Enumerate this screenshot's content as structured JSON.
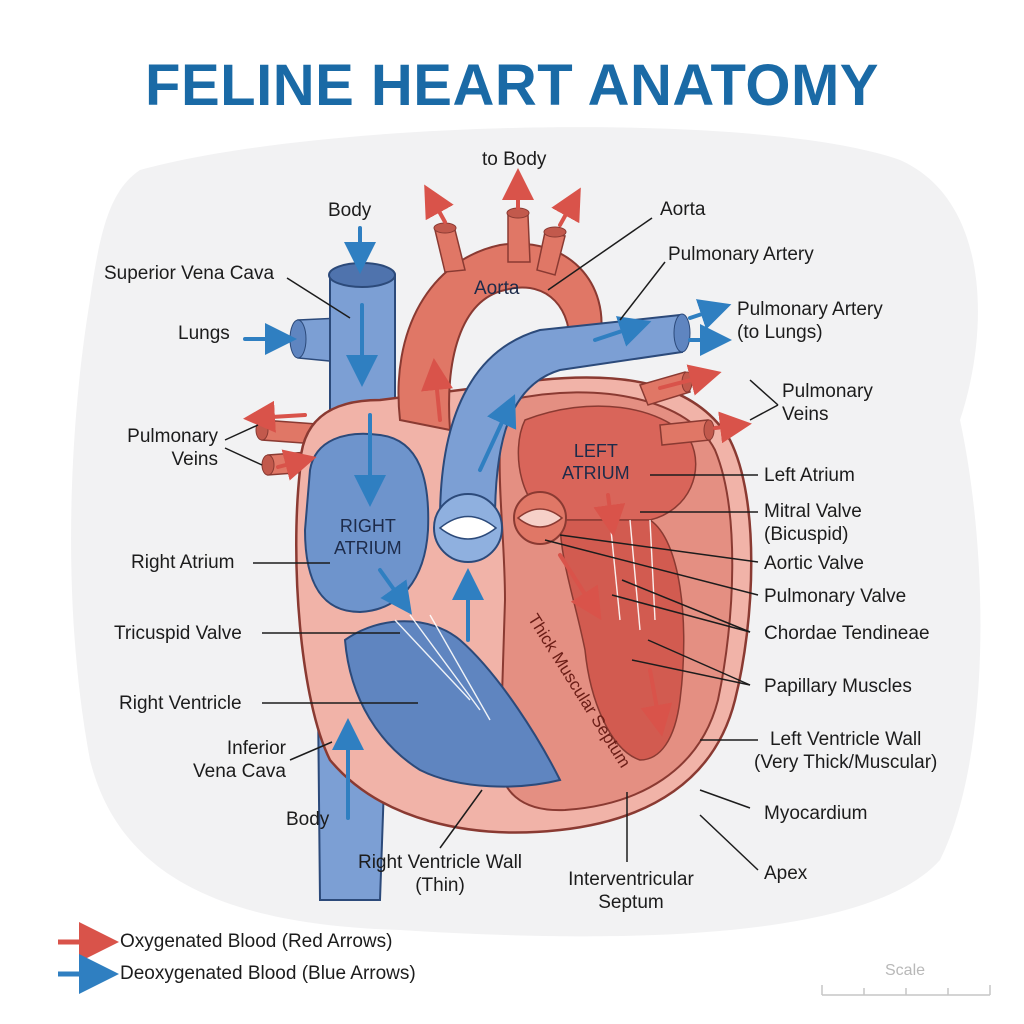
{
  "title": "FELINE HEART ANATOMY",
  "colors": {
    "title": "#1a6aa6",
    "oxygenated": "#d9534a",
    "deoxygenated": "#2f7fc1",
    "vessel_blue": "#7c9fd4",
    "vessel_red": "#e07766",
    "muscle_red": "#e9978c"
  },
  "interior_labels": {
    "aorta": "Aorta",
    "left_atrium": "LEFT\nATRIUM",
    "right_atrium": "RIGHT\nATRIUM",
    "septum": "Thick Muscular Septum"
  },
  "labels": {
    "to_body": "to Body",
    "body_top": "Body",
    "aorta": "Aorta",
    "pulmonary_artery": "Pulmonary Artery",
    "superior_vena_cava": "Superior Vena Cava",
    "lungs": "Lungs",
    "pulmonary_artery_to_lungs": "Pulmonary Artery\n(to Lungs)",
    "pulmonary_veins_right": "Pulmonary\nVeins",
    "pulmonary_veins_left": "Pulmonary\nVeins",
    "left_atrium": "Left Atrium",
    "mitral_valve": "Mitral Valve\n(Bicuspid)",
    "right_atrium": "Right Atrium",
    "aortic_valve": "Aortic Valve",
    "pulmonary_valve": "Pulmonary Valve",
    "tricuspid_valve": "Tricuspid Valve",
    "chordae_tendineae": "Chordae Tendineae",
    "papillary_muscles": "Papillary Muscles",
    "right_ventricle": "Right Ventricle",
    "left_ventricle_wall": "Left Ventricle Wall\n(Very Thick/Muscular)",
    "inferior_vena_cava": "Inferior\nVena Cava",
    "myocardium": "Myocardium",
    "body_bottom": "Body",
    "right_ventricle_wall": "Right Ventricle Wall\n(Thin)",
    "interventricular_septum": "Interventricular\nSeptum",
    "apex": "Apex"
  },
  "legend": [
    {
      "label": "Oxygenated Blood (Red Arrows)",
      "color": "#d9534a"
    },
    {
      "label": "Deoxygenated Blood (Blue Arrows)",
      "color": "#2f7fc1"
    }
  ],
  "scale_label": "Scale"
}
